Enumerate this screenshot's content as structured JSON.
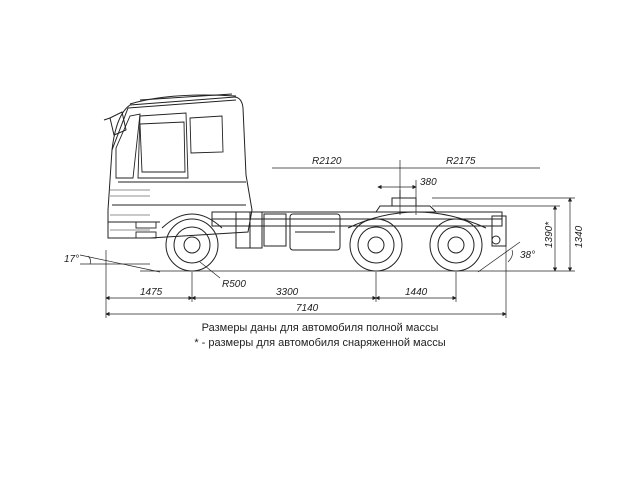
{
  "dimensions": {
    "radius_front": "R2120",
    "radius_rear": "R2175",
    "fifth_wheel_offset": "380",
    "wheel_radius": "R500",
    "front_overhang": "1475",
    "wheelbase": "3300",
    "rear_axle_spacing": "1440",
    "overall_length": "7140",
    "fifth_wheel_height_unladen": "1390*",
    "fifth_wheel_height": "1340",
    "approach_angle": "17°",
    "departure_angle": "38°"
  },
  "captions": {
    "line1": "Размеры даны для автомобиля  полной массы",
    "line2": "* - размеры для автомобиля  снаряженной массы"
  }
}
